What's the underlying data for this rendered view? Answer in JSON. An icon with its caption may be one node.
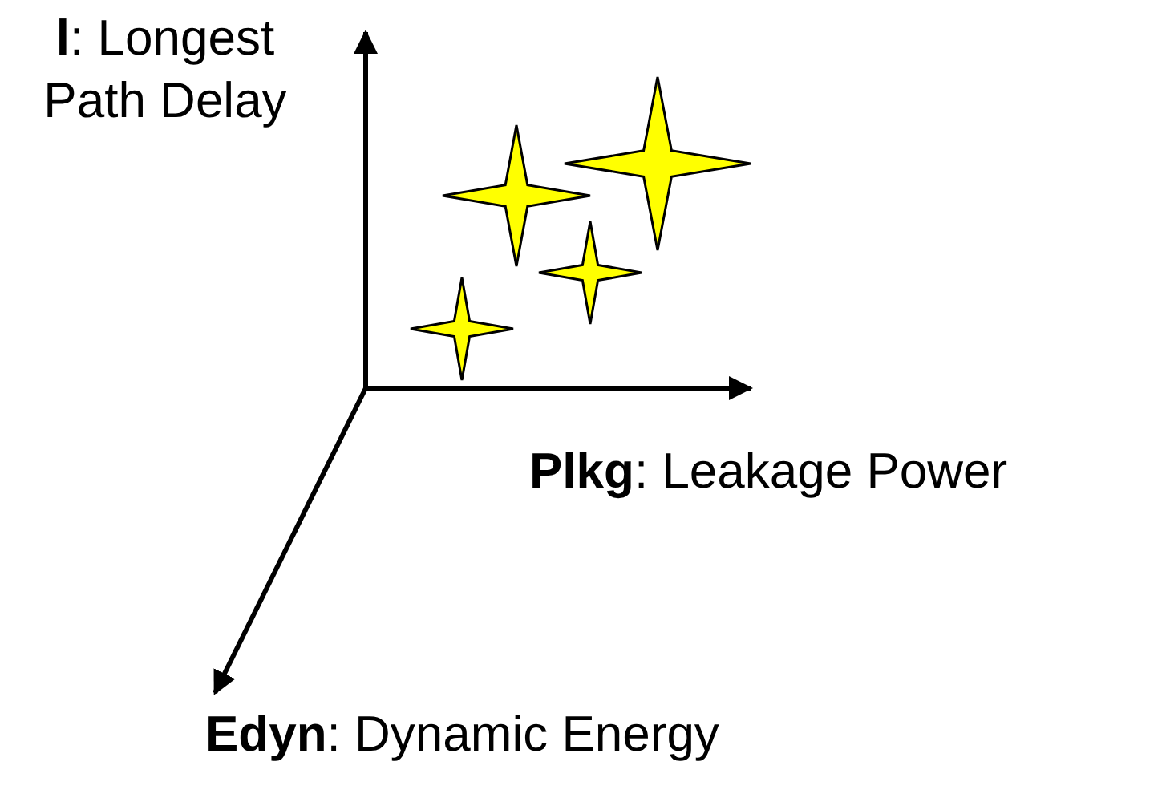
{
  "diagram": {
    "labels": [
      "**l**: Longest Path Delay",
      "**Plkg**: Leakage Power",
      "**Edyn**: Dynamic Energy"
    ]
  }
}
